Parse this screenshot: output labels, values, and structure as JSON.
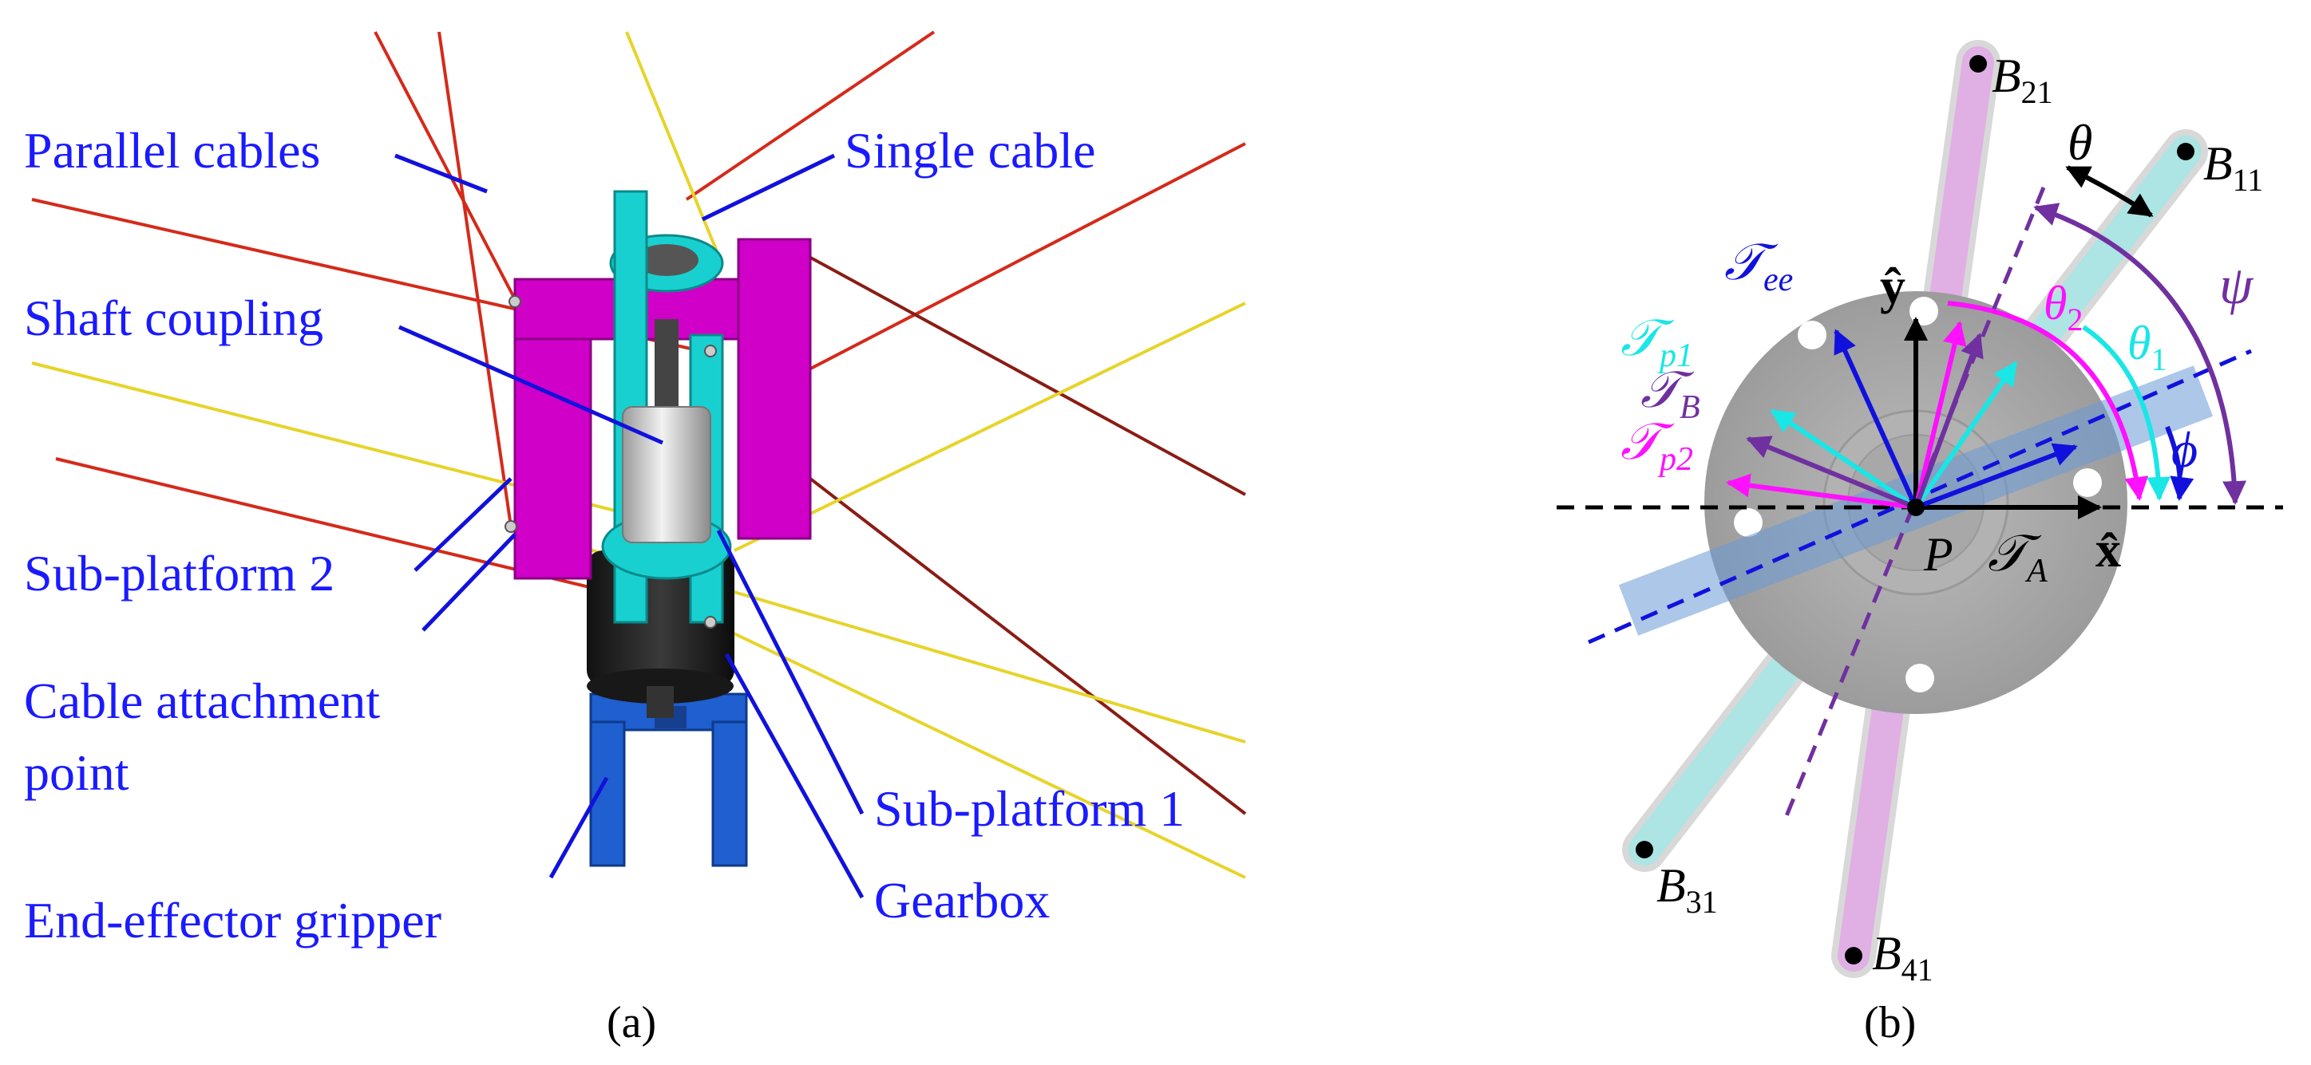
{
  "panel_a": {
    "caption": "(a)",
    "labels": {
      "parallel_cables": "Parallel cables",
      "single_cable": "Single cable",
      "shaft_coupling": "Shaft coupling",
      "sub_platform_2": "Sub-platform 2",
      "cable_attachment_line1": "Cable attachment",
      "cable_attachment_line2": "point",
      "end_effector_gripper": "End-effector gripper",
      "sub_platform_1": "Sub-platform 1",
      "gearbox": "Gearbox"
    }
  },
  "panel_b": {
    "caption": "(b)",
    "points": {
      "b21": {
        "base": "B",
        "sub": "21"
      },
      "b11": {
        "base": "B",
        "sub": "11"
      },
      "b31": {
        "base": "B",
        "sub": "31"
      },
      "b41": {
        "base": "B",
        "sub": "41"
      }
    },
    "symbols": {
      "theta": "θ",
      "theta1": {
        "base": "θ",
        "sub": "1"
      },
      "theta2": {
        "base": "θ",
        "sub": "2"
      },
      "psi": "ψ",
      "phi": "ϕ",
      "origin": "P",
      "y_axis": "ŷ",
      "x_axis": "x̂"
    },
    "frames": {
      "tee": {
        "base": "𝒯",
        "sub": "ee"
      },
      "tp1": {
        "base": "𝒯",
        "sub": "p1"
      },
      "tb": {
        "base": "𝒯",
        "sub": "B"
      },
      "tp2": {
        "base": "𝒯",
        "sub": "p2"
      },
      "ta": {
        "base": "𝒯",
        "sub": "A"
      }
    }
  },
  "colors": {
    "label_blue": "#1a1aff",
    "cable_red": "#d42a1a",
    "cable_yellow": "#e6d42a",
    "cable_darkred": "#8a1c14",
    "magenta": "#ff10ff",
    "cyan": "#19e6e6",
    "purple": "#7030a0",
    "gripper_blue": "#1f5fd0",
    "motor_black": "#222222",
    "disc_gray": "#a6a6a6"
  }
}
